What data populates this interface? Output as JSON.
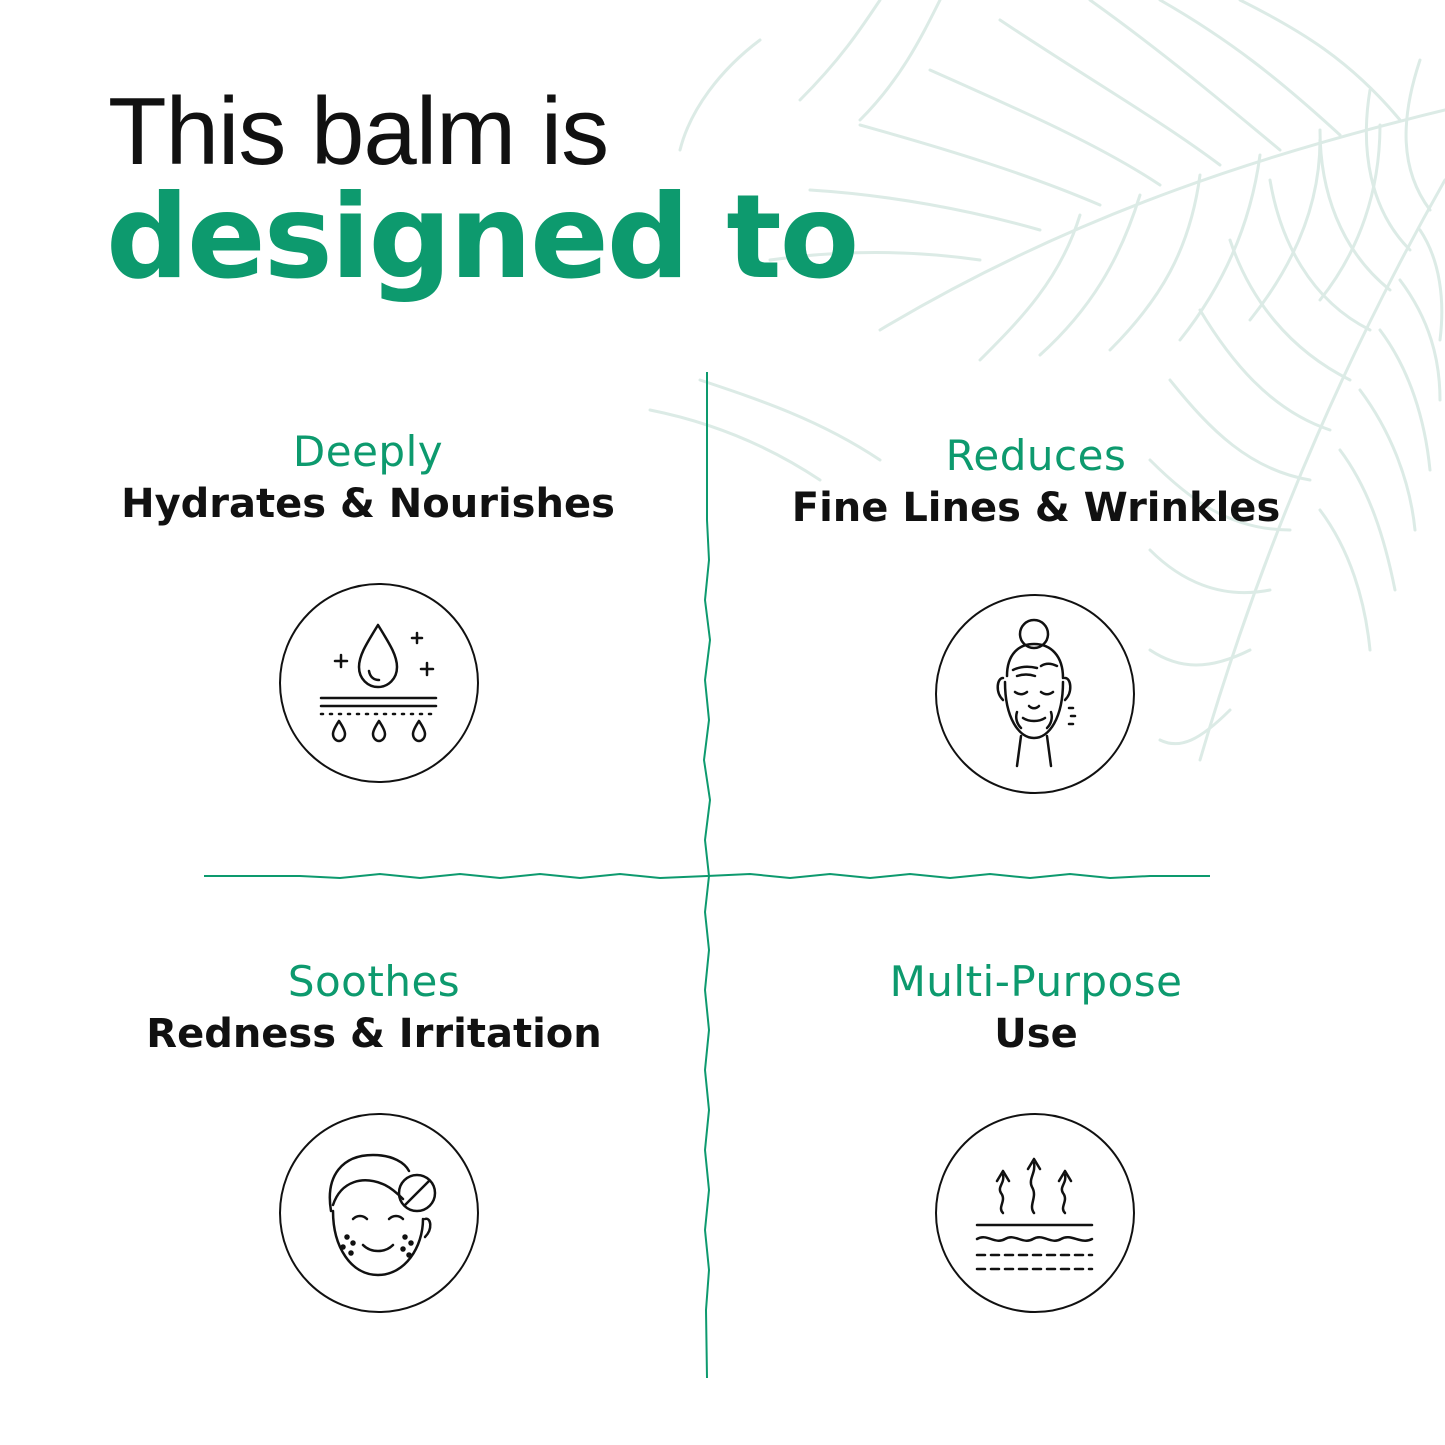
{
  "headline": {
    "line1": "This balm is",
    "line2": "designed to"
  },
  "colors": {
    "accent": "#0d9a6e",
    "text": "#111111",
    "fern": "#dcebe6"
  },
  "benefits": [
    {
      "accent": "Deeply",
      "main": "Hydrates & Nourishes",
      "icon": "water-drop-skin-icon"
    },
    {
      "accent": "Reduces",
      "main": "Fine Lines & Wrinkles",
      "icon": "aging-face-icon"
    },
    {
      "accent": "Soothes",
      "main": "Redness & Irritation",
      "icon": "irritated-face-icon"
    },
    {
      "accent": "Multi-Purpose",
      "main": "Use",
      "icon": "skin-layers-absorption-icon"
    }
  ]
}
